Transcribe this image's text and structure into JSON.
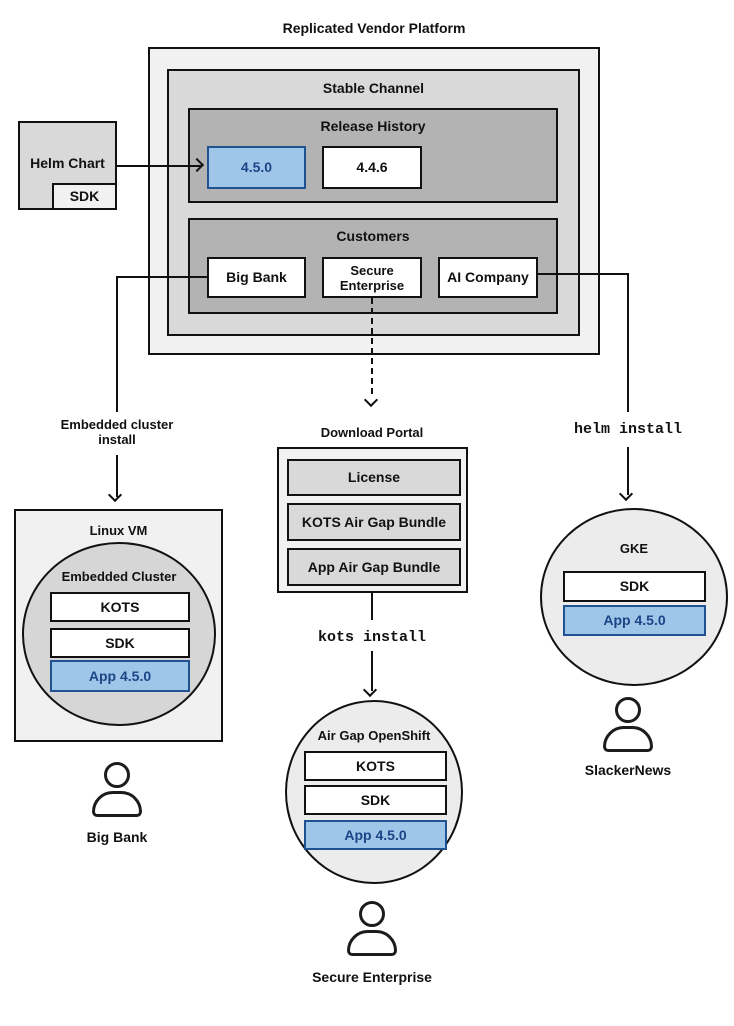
{
  "colors": {
    "accent_blue_fill": "#9fc5e8",
    "accent_blue_border": "#1f538f",
    "accent_blue_text": "#1c4587",
    "panel_lightest": "#f1f1f1",
    "panel_light": "#d9d9d9",
    "panel_medium": "#b3b3b3",
    "circle_gray": "#d6d6d6",
    "circle_light": "#ececec",
    "line_black": "#111111"
  },
  "platform": {
    "title": "Replicated Vendor Platform",
    "stable_channel": {
      "title": "Stable Channel",
      "release_history": {
        "title": "Release History",
        "releases": [
          {
            "version": "4.5.0",
            "highlighted": true
          },
          {
            "version": "4.4.6",
            "highlighted": false
          }
        ]
      },
      "customers": {
        "title": "Customers",
        "items": [
          {
            "name": "Big Bank"
          },
          {
            "name": "Secure Enterprise"
          },
          {
            "name": "AI Company"
          }
        ]
      }
    }
  },
  "helm_chart": {
    "label": "Helm Chart",
    "sdk": "SDK"
  },
  "flow_left": {
    "arrow_label": "Embedded cluster install",
    "linux_vm": {
      "title": "Linux VM",
      "embedded_cluster": {
        "title": "Embedded Cluster",
        "components": [
          {
            "label": "KOTS"
          },
          {
            "label": "SDK"
          }
        ],
        "app": "App 4.5.0"
      }
    },
    "persona": "Big Bank"
  },
  "flow_middle": {
    "download_portal": {
      "title": "Download Portal",
      "items": [
        {
          "label": "License"
        },
        {
          "label": "KOTS Air Gap Bundle"
        },
        {
          "label": "App Air Gap Bundle"
        }
      ]
    },
    "command": "kots install",
    "cluster": {
      "title": "Air Gap OpenShift",
      "components": [
        {
          "label": "KOTS"
        },
        {
          "label": "SDK"
        }
      ],
      "app": "App 4.5.0"
    },
    "persona": "Secure Enterprise"
  },
  "flow_right": {
    "command": "helm install",
    "cluster": {
      "title": "GKE",
      "components": [
        {
          "label": "SDK"
        }
      ],
      "app": "App 4.5.0"
    },
    "persona": "SlackerNews"
  }
}
